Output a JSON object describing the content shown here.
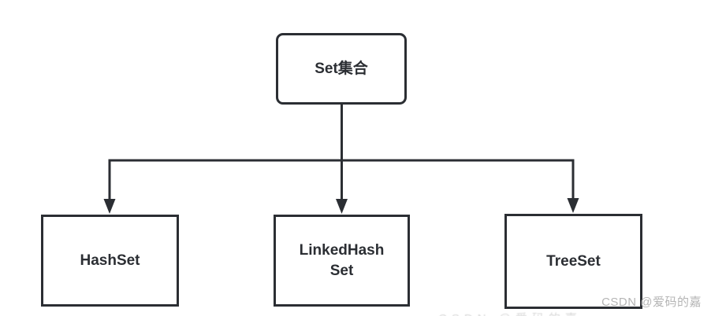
{
  "diagram": {
    "title_context": "Set collection hierarchy diagram",
    "root": {
      "label": "Set集合"
    },
    "children": [
      {
        "label": "HashSet"
      },
      {
        "label": "LinkedHash\nSet"
      },
      {
        "label": "TreeSet"
      }
    ],
    "colors": {
      "line": "#2b2e33",
      "box_border": "#2b2e33",
      "text": "#2b2e33",
      "background": "#ffffff",
      "watermark": "#b5b5b5"
    }
  },
  "watermark": {
    "text": "CSDN @爱码的嘉"
  }
}
